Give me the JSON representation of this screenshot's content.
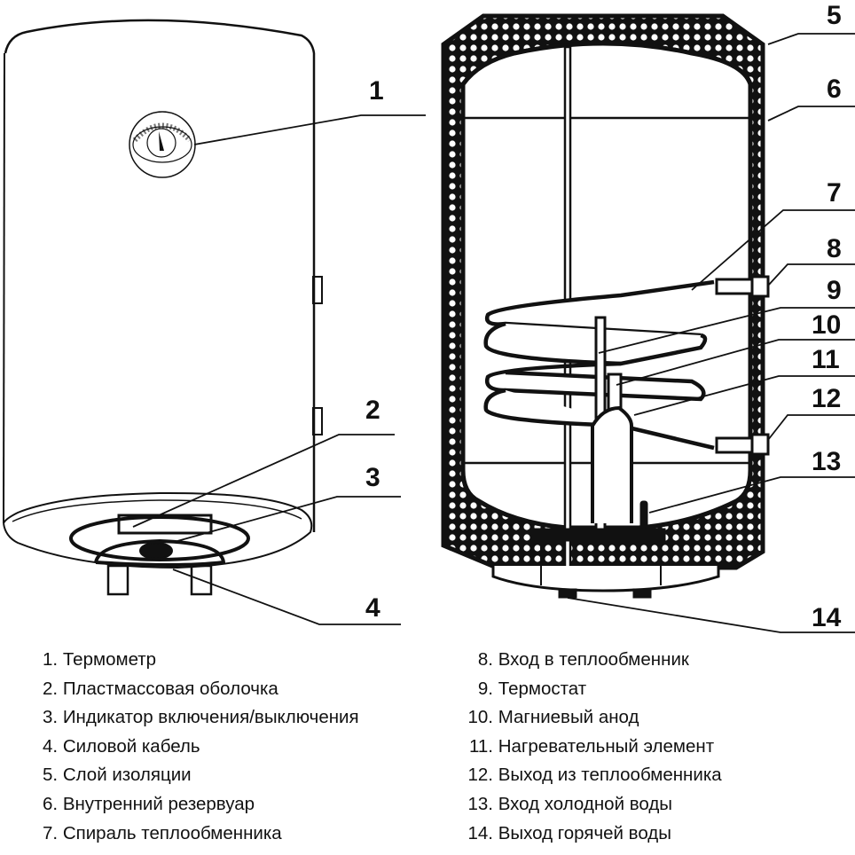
{
  "diagram": {
    "callouts": [
      "1",
      "2",
      "3",
      "4",
      "5",
      "6",
      "7",
      "8",
      "9",
      "10",
      "11",
      "12",
      "13",
      "14"
    ],
    "colors": {
      "line": "#111111",
      "background": "#ffffff",
      "insulation_dot": "#ffffff"
    }
  },
  "legend": {
    "left": [
      {
        "num": "1.",
        "label": "Термометр"
      },
      {
        "num": "2.",
        "label": "Пластмассовая оболочка"
      },
      {
        "num": "3.",
        "label": "Индикатор включения/выключения"
      },
      {
        "num": "4.",
        "label": "Силовой кабель"
      },
      {
        "num": "5.",
        "label": "Слой изоляции"
      },
      {
        "num": "6.",
        "label": "Внутренний резервуар"
      },
      {
        "num": "7.",
        "label": "Спираль теплообменника"
      }
    ],
    "right": [
      {
        "num": "8.",
        "label": "Вход в теплообменник"
      },
      {
        "num": "9.",
        "label": "Термостат"
      },
      {
        "num": "10.",
        "label": "Магниевый анод"
      },
      {
        "num": "11.",
        "label": "Нагревательный элемент"
      },
      {
        "num": "12.",
        "label": "Выход из теплообменника"
      },
      {
        "num": "13.",
        "label": "Вход холодной воды"
      },
      {
        "num": "14.",
        "label": "Выход горячей воды"
      }
    ]
  }
}
